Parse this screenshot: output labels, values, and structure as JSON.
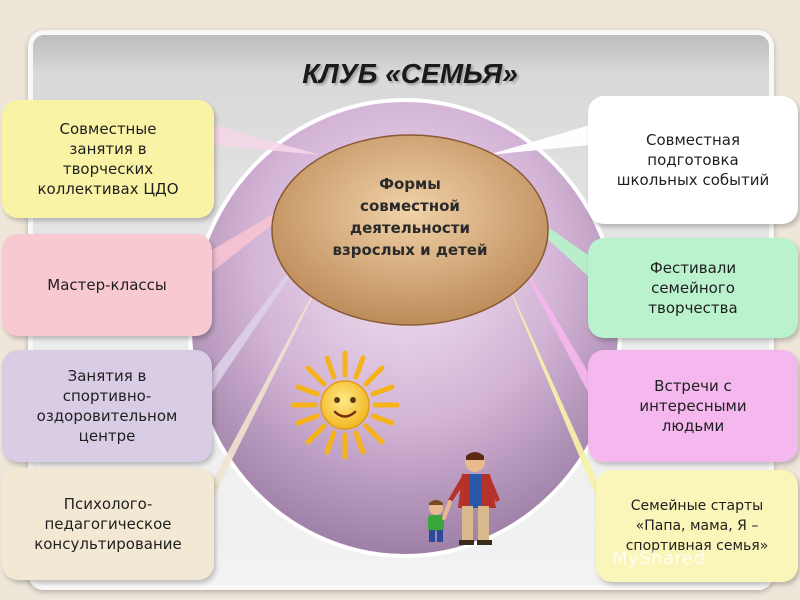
{
  "title": "КЛУБ «СЕМЬЯ»",
  "center": {
    "text": "Формы\nсовместной\nдеятельности\nвзрослых и детей"
  },
  "boxes": {
    "left_1": "Совместные\nзанятия в\nтворческих\nколлективах ЦДО",
    "left_2": "Мастер-классы",
    "left_3": "Занятия в\nспортивно-\nоздоровительном\nцентре",
    "left_4": "Психолого-\nпедагогическое\nконсультирование",
    "right_1": "Совместная\nподготовка\nшкольных событий",
    "right_2": "Фестивали\nсемейного\nтворчества",
    "right_3": "Встречи с\nинтересными\nлюдьми",
    "right_4": "Семейные старты\n«Папа, мама, Я –\nспортивная семья»"
  },
  "colors": {
    "left_1": "#f9f3a6",
    "left_2": "#f8c9d0",
    "left_3": "#d9cde6",
    "left_4": "#f3e8d3",
    "right_1": "#ffffff",
    "right_2": "#b9f2cc",
    "right_3": "#f5b8ee",
    "right_4": "#faf6b9",
    "center": "#c79c6c",
    "big_circle": "#b999c0"
  },
  "watermark": "MyShared"
}
